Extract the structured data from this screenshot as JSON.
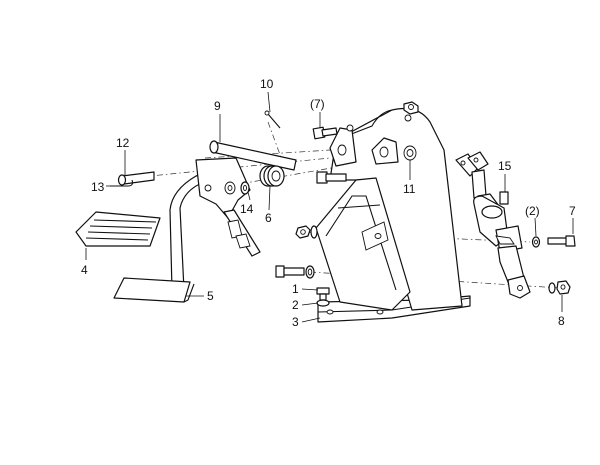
{
  "diagram": {
    "callouts": [
      {
        "id": "c1",
        "text": "1"
      },
      {
        "id": "c2",
        "text": "2"
      },
      {
        "id": "c3",
        "text": "3"
      },
      {
        "id": "c4",
        "text": "4"
      },
      {
        "id": "c5",
        "text": "5"
      },
      {
        "id": "c6",
        "text": "6"
      },
      {
        "id": "c7",
        "text": "7"
      },
      {
        "id": "c8",
        "text": "8"
      },
      {
        "id": "c9",
        "text": "9"
      },
      {
        "id": "c10",
        "text": "10"
      },
      {
        "id": "c11",
        "text": "11"
      },
      {
        "id": "c12",
        "text": "12"
      },
      {
        "id": "c13",
        "text": "13"
      },
      {
        "id": "c14",
        "text": "14"
      },
      {
        "id": "c15",
        "text": "15"
      },
      {
        "id": "c7p",
        "text": "(7)"
      },
      {
        "id": "c2p",
        "text": "(2)"
      }
    ]
  }
}
